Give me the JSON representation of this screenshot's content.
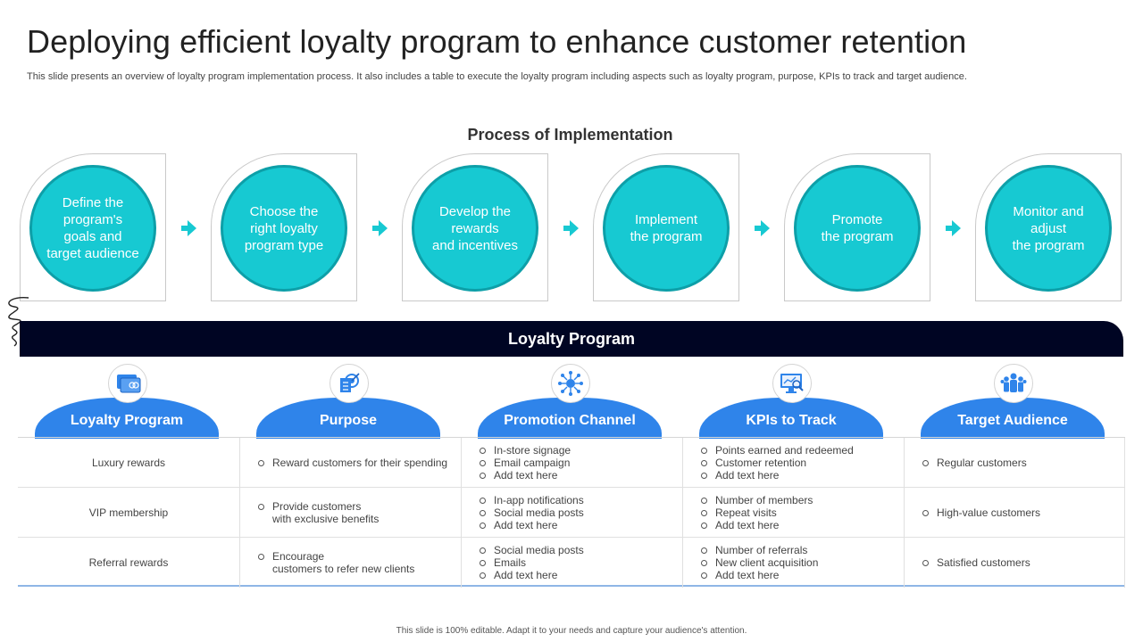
{
  "header": {
    "title": "Deploying efficient loyalty program to enhance customer retention",
    "subtitle": "This slide presents an overview of loyalty program implementation process. It also includes a table to execute the loyalty  program including aspects such as loyalty program, purpose, KPIs to track  and target audience."
  },
  "process": {
    "title": "Process of Implementation",
    "steps": [
      "Define the\nprogram's\ngoals and\ntarget audience",
      "Choose the\nright loyalty\nprogram type",
      "Develop the\nrewards\nand incentives",
      "Implement\nthe program",
      "Promote\nthe program",
      "Monitor and\nadjust\nthe program"
    ]
  },
  "loyalty": {
    "bar_title": "Loyalty Program",
    "columns": [
      {
        "label": "Loyalty Program",
        "icon": "card-icon"
      },
      {
        "label": "Purpose",
        "icon": "target-icon"
      },
      {
        "label": "Promotion Channel",
        "icon": "network-icon"
      },
      {
        "label": "KPIs to Track",
        "icon": "monitor-chart-icon"
      },
      {
        "label": "Target Audience",
        "icon": "people-icon"
      }
    ],
    "rows": [
      {
        "program": "Luxury rewards",
        "purpose": [
          "Reward customers for their spending"
        ],
        "channel": [
          "In-store signage",
          "Email campaign",
          "Add text here"
        ],
        "kpis": [
          "Points earned and redeemed",
          "Customer retention",
          "Add text here"
        ],
        "audience": [
          "Regular customers"
        ]
      },
      {
        "program": "VIP  membership",
        "purpose": [
          "Provide customers\nwith exclusive benefits"
        ],
        "channel": [
          "In-app notifications",
          "Social media posts",
          "Add text here"
        ],
        "kpis": [
          "Number of members",
          "Repeat visits",
          "Add text here"
        ],
        "audience": [
          "High-value customers"
        ]
      },
      {
        "program": "Referral rewards",
        "purpose": [
          "Encourage\ncustomers to refer new clients"
        ],
        "channel": [
          "Social media posts",
          "Emails",
          "Add text here"
        ],
        "kpis": [
          "Number of referrals",
          "New client acquisition",
          "Add text here"
        ],
        "audience": [
          "Satisfied customers"
        ]
      }
    ]
  },
  "footer": "This slide is 100% editable. Adapt it to your needs and capture your audience's attention.",
  "colors": {
    "teal": "#17c9d2",
    "teal_dark": "#0d9fa8",
    "blue": "#2f84ea",
    "navy": "#000523"
  }
}
